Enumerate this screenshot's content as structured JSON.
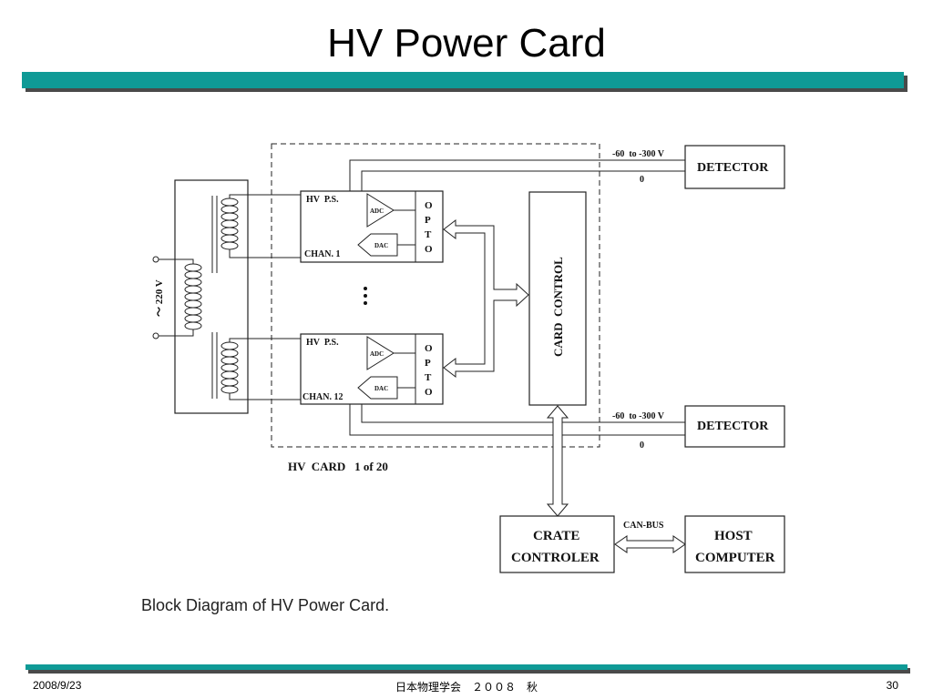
{
  "slide": {
    "title": "HV Power Card",
    "caption": "Block Diagram of HV Power Card.",
    "footer_date": "2008/9/23",
    "footer_center": "日本物理学会　２００８　秋",
    "footer_page": "30",
    "accent_color": "#0f9a96"
  },
  "diagram": {
    "mains_label": "～ 220 V",
    "card_label": "HV  CARD   1 of 20",
    "channel_top": {
      "ps_label": "HV  P.S.",
      "chan_label": "CHAN. 1",
      "adc": "ADC",
      "dac": "DAC",
      "opto": [
        "O",
        "P",
        "T",
        "O"
      ]
    },
    "channel_bottom": {
      "ps_label": "HV  P.S.",
      "chan_label": "CHAN. 12",
      "adc": "ADC",
      "dac": "DAC",
      "opto": [
        "O",
        "P",
        "T",
        "O"
      ]
    },
    "card_control": "CARD  CONTROL",
    "voltage_top": "-60  to -300 V",
    "zero_top": "0",
    "voltage_bottom": "-60  to -300 V",
    "zero_bottom": "0",
    "detector_top": "DETECTOR",
    "detector_bottom": "DETECTOR",
    "crate_controller": [
      "CRATE",
      "CONTROLER"
    ],
    "can_bus": "CAN-BUS",
    "host_computer": [
      "HOST",
      "COMPUTER"
    ]
  }
}
